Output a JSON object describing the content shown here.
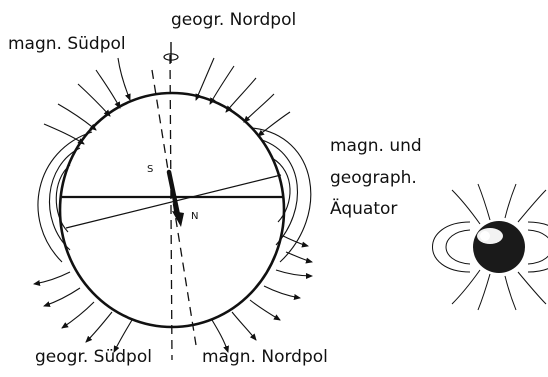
{
  "labels": {
    "geographic_north_pole": "geogr. Nordpol",
    "magnetic_south_pole": "magn. Südpol",
    "equator_line1": "magn. und",
    "equator_line2": "geograph.",
    "equator_line3": "Äquator",
    "geographic_south_pole": "geogr. Südpol",
    "magnetic_north_pole": "magn. Nordpol",
    "needle_south": "S",
    "needle_north": "N"
  },
  "colors": {
    "ink": "#111111",
    "globe_dark": "#1a1a1a",
    "background": "#ffffff"
  }
}
